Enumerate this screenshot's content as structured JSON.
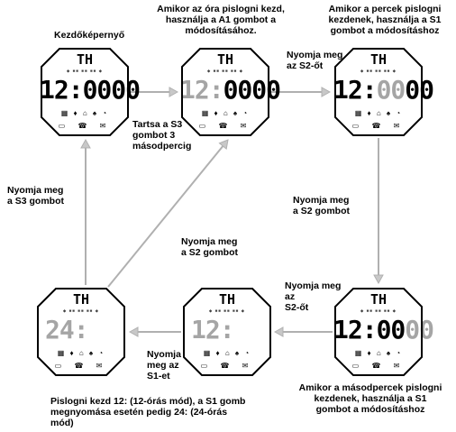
{
  "labels": {
    "home": "Kezdőképernyő",
    "hour_blink": [
      "Amikor az óra pislogni kezd,",
      "használja a A1 gombot a",
      "módosításához."
    ],
    "minute_blink": [
      "Amikor a percek pislogni",
      "kezdenek, használja a S1",
      "gombot a módosításhoz"
    ],
    "hold_s3": [
      "Tartsa a S3",
      "gombot 3",
      "másodpercig"
    ],
    "press_s2_top": [
      "Nyomja meg",
      "az S2-őt"
    ],
    "press_s3_left": [
      "Nyomja meg",
      "a S3 gombot"
    ],
    "press_s2_right": [
      "Nyomja meg",
      "a S2 gombot"
    ],
    "press_s2_center": [
      "Nyomja meg",
      "a S2 gombot"
    ],
    "press_s2_bottom": [
      "Nyomja meg",
      "az",
      "S2-őt"
    ],
    "press_s1": [
      "Nyomja",
      "meg az",
      "S1-et"
    ],
    "second_blink": [
      "Amikor a másodpercek pislogni",
      "kezdenek, használja a S1",
      "gombot a módosításhoz"
    ],
    "mode_12_24": [
      "Pislogni kezd 12: (12-órás mód), a S1 gomb",
      "megnyomása esetén pedig 24: (24-órás",
      "mód)"
    ]
  },
  "watches": {
    "w1": {
      "top": "TH",
      "time_a": "12:",
      "time_b": "0000",
      "dim": ""
    },
    "w2": {
      "top": "TH",
      "time_a": "12:",
      "time_b": "0000",
      "dim": ""
    },
    "w3": {
      "top": "TH",
      "time_a": "12:",
      "time_b": "00",
      "dim": "00"
    },
    "w4": {
      "top": "TH",
      "time_a": "24:",
      "time_b": "",
      "dim": ""
    },
    "w5": {
      "top": "TH",
      "time_a": "12:",
      "time_b": "",
      "dim": ""
    },
    "w6": {
      "top": "TH",
      "time_a": "12:00",
      "time_b": "",
      "dim": "00"
    }
  },
  "colors": {
    "line": "#000000",
    "arrow": "#b0b0b0",
    "arrow_head": "#c8c8c8"
  }
}
